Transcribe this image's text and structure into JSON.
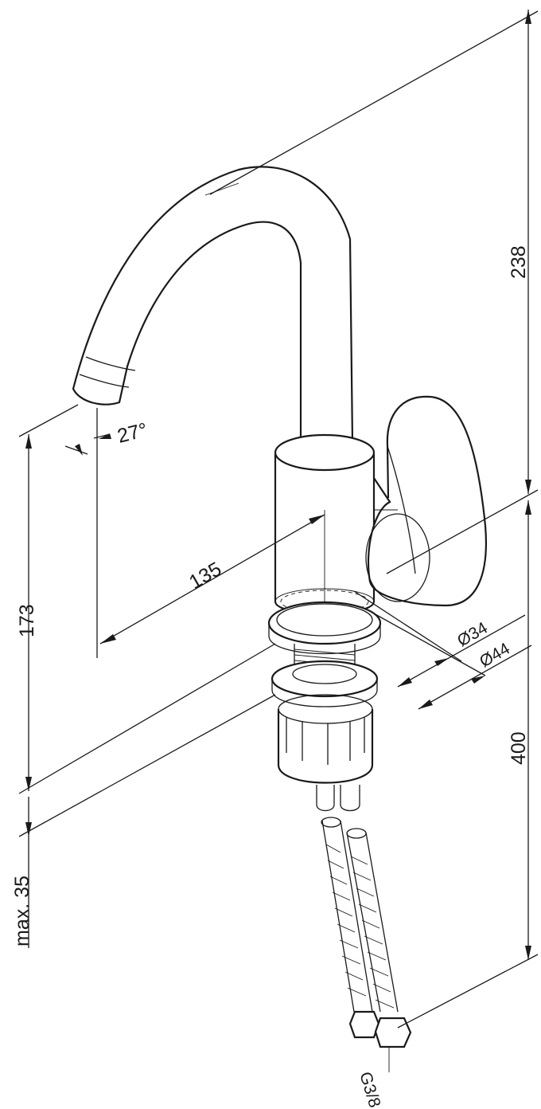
{
  "dimensions": {
    "height_total": "238",
    "spout_height": "173",
    "spout_reach": "135",
    "spout_angle": "27°",
    "body_diameter": "Ø34",
    "base_diameter": "Ø44",
    "hose_length": "400",
    "max_counter_thickness": "max. 35",
    "hose_thread": "G3/8"
  }
}
